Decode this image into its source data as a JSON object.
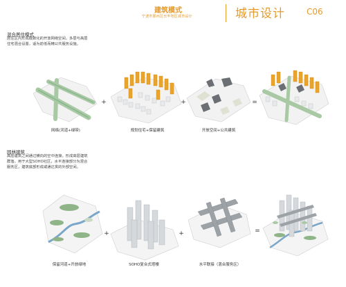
{
  "header": {
    "title": "建筑模式",
    "subtitle": "宁波市鄞州区长丰地区城市设计",
    "section_name": "城市设计",
    "page_code": "C06"
  },
  "section1": {
    "title": "混合居住模式",
    "text": "居住区内形成模数化的开放网络空间，多层与高层住宅混合设置，适为前低而精公共服务设施。",
    "captions": [
      "网络(河道+绿带)",
      "规划住宅+保留建筑",
      "开放空间+公共建筑",
      ""
    ],
    "operators": [
      "+",
      "+",
      "="
    ]
  },
  "section2": {
    "title": "园林建筑",
    "text": "高层建筑之间通过横向的空中连接，形成高层建筑群落。用于大型SOHO社区，水平连接部分为混合服务区，建筑底部形成或通达贯的外部空间。",
    "captions": [
      "保留河道+开放绿地",
      "SOHO复合式塔楼",
      "水平联接（混合服务区）",
      ""
    ],
    "operators": [
      "+",
      "+",
      "="
    ]
  },
  "colors": {
    "accent": "#e59a2b",
    "green": "#a8c9a3",
    "orange": "#e8a42e",
    "grey": "#bfc4c8"
  }
}
